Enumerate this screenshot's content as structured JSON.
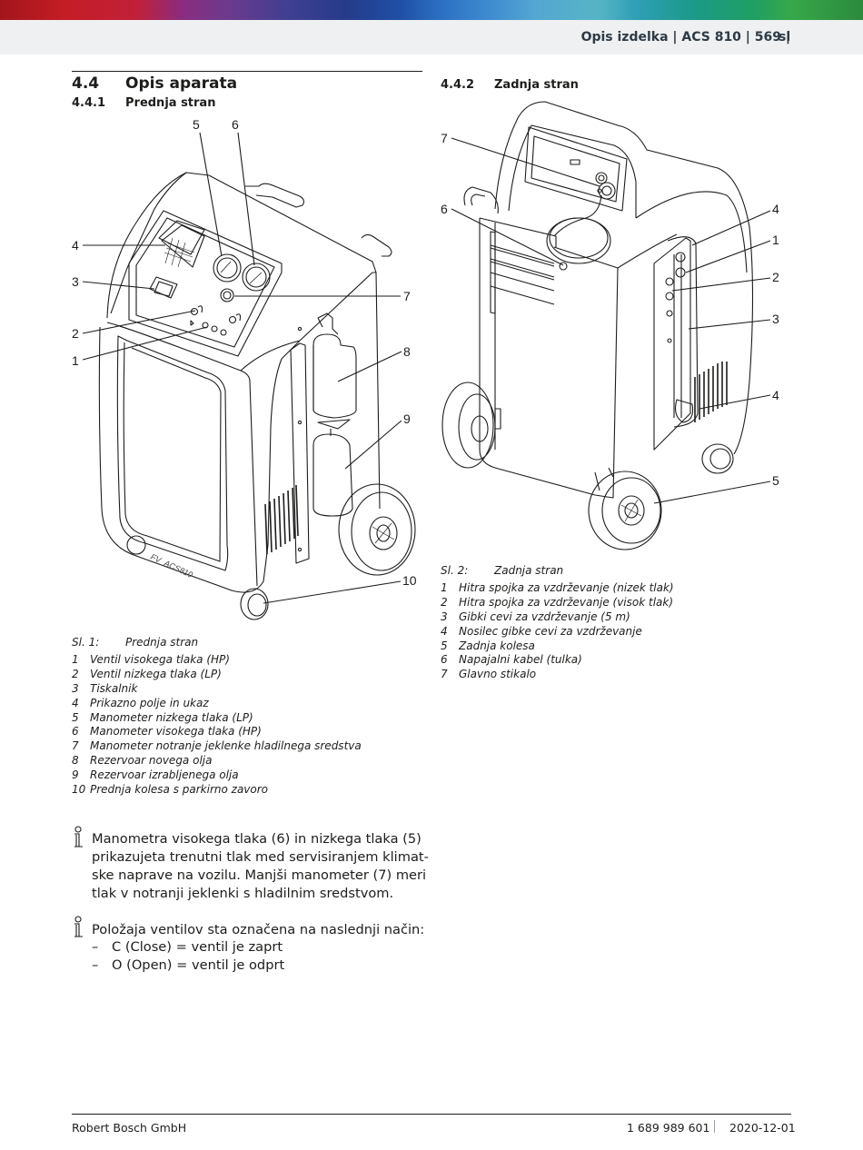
{
  "header": {
    "running_title": "Opis izdelka | ACS 810 | 569 |",
    "language": "sl"
  },
  "section": {
    "number": "4.4",
    "title": "Opis aparata"
  },
  "front": {
    "number": "4.4.1",
    "title": "Prednja stran",
    "callouts": [
      "5",
      "6",
      "4",
      "3",
      "7",
      "2",
      "1",
      "8",
      "9",
      "10"
    ],
    "watermark": "FV_ACS810",
    "caption_label": "Sl. 1:",
    "caption_text": "Prednja stran",
    "legend": [
      {
        "n": "1",
        "text": "Ventil visokega tlaka (HP)"
      },
      {
        "n": "2",
        "text": "Ventil nizkega tlaka (LP)"
      },
      {
        "n": "3",
        "text": "Tiskalnik"
      },
      {
        "n": "4",
        "text": "Prikazno polje in ukaz"
      },
      {
        "n": "5",
        "text": "Manometer nizkega tlaka (LP)"
      },
      {
        "n": "6",
        "text": "Manometer visokega tlaka (HP)"
      },
      {
        "n": "7",
        "text": "Manometer notranje jeklenke hladilnega sredstva"
      },
      {
        "n": "8",
        "text": "Rezervoar novega olja"
      },
      {
        "n": "9",
        "text": "Rezervoar izrabljenega olja"
      },
      {
        "n": "10",
        "text": "Prednja kolesa s parkirno zavoro"
      }
    ]
  },
  "back": {
    "number": "4.4.2",
    "title": "Zadnja stran",
    "callouts": [
      "7",
      "6",
      "4",
      "1",
      "2",
      "3",
      "4",
      "5"
    ],
    "caption_label": "Sl. 2:",
    "caption_text": "Zadnja stran",
    "legend": [
      {
        "n": "1",
        "text": "Hitra spojka za vzdrževanje (nizek tlak)"
      },
      {
        "n": "2",
        "text": "Hitra spojka za vzdrževanje (visok tlak)"
      },
      {
        "n": "3",
        "text": "Gibki cevi za vzdrževanje (5 m)"
      },
      {
        "n": "4",
        "text": "Nosilec gibke cevi za vzdrževanje"
      },
      {
        "n": "5",
        "text": "Zadnja kolesa"
      },
      {
        "n": "6",
        "text": "Napajalni kabel (tulka)"
      },
      {
        "n": "7",
        "text": "Glavno stikalo"
      }
    ]
  },
  "notes": {
    "note1_lines": [
      "Manometra visokega tlaka (6) in nizkega tlaka (5)",
      "prikazujeta trenutni tlak med servisiranjem klimat-",
      "ske naprave na vozilu. Manjši manometer (7) meri",
      "tlak v notranji jeklenki s hladilnim sredstvom."
    ],
    "note2_intro": "Položaja ventilov sta označena na naslednji način:",
    "note2_items": [
      {
        "dash": "–",
        "text": "C (Close) = ventil je zaprt"
      },
      {
        "dash": "–",
        "text": "O (Open) = ventil je odprt"
      }
    ]
  },
  "footer": {
    "company": "Robert Bosch GmbH",
    "doc_number": "1 689 989 601",
    "date": "2020-12-01"
  }
}
